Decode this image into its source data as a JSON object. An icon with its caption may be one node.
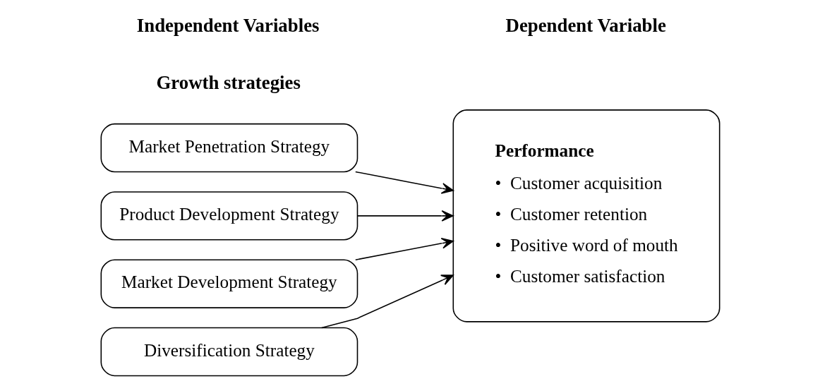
{
  "diagram": {
    "nodes": [
      {
        "text": [
          "Market Penetration Strategy"
        ]
      },
      {
        "text": [
          "Product Development Strategy"
        ]
      },
      {
        "text": [
          "Market Development Strategy"
        ]
      },
      {
        "text": [
          "Diversification Strategy"
        ]
      },
      {
        "text": [
          "Performance",
          "•  Customer acquisition",
          "•  Customer retention",
          "•  Positive word of mouth",
          "•  Customer satisfaction"
        ]
      }
    ],
    "edges": [
      {
        "from": 0,
        "to": 4,
        "arrow": "to"
      },
      {
        "from": 1,
        "to": 4,
        "arrow": "to"
      },
      {
        "from": 2,
        "to": 4,
        "arrow": "to"
      },
      {
        "from": 3,
        "to": 4,
        "arrow": "to"
      }
    ],
    "labels": [
      "Independent Variables",
      "Dependent Variable",
      "Growth strategies"
    ]
  }
}
